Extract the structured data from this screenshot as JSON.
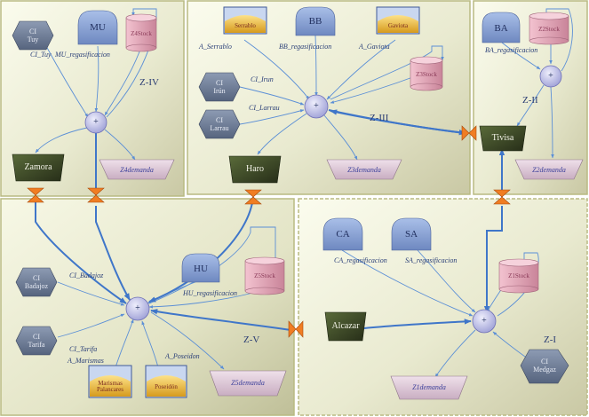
{
  "zones": {
    "z4": "Z-IV",
    "z3": "Z-III",
    "z2": "Z-II",
    "z5": "Z-V",
    "z1": "Z-I"
  },
  "sources": {
    "ci_tuy": "CI\nTuy",
    "ci_irun": "CI\nIrún",
    "ci_larrau": "CI\nLarrau",
    "ci_badajoz": "CI\nBadajoz",
    "ci_tarifa": "CI\nTarifa",
    "ci_medgaz": "CI\nMedgaz"
  },
  "regas": {
    "mu": "MU",
    "bb": "BB",
    "ba": "BA",
    "hu": "HU",
    "ca": "CA",
    "sa": "SA"
  },
  "storages": {
    "serrablo": "Serrablo",
    "gaviota": "Gaviota",
    "marismas": "Marismas\nPalancares",
    "poseidon": "Poseidón"
  },
  "stocks": {
    "z4": "Z4Stock",
    "z3": "Z3Stock",
    "z2": "Z2Stock",
    "z5": "Z5Stock",
    "z1": "Z1Stock"
  },
  "hubs": {
    "symbol": "+"
  },
  "cities": {
    "zamora": "Zamora",
    "haro": "Haro",
    "tivisa": "Tivisa",
    "alcazar": "Alcazar"
  },
  "demands": {
    "z4": "Z4demanda",
    "z3": "Z3demanda",
    "z2": "Z2demanda",
    "z5": "Z5demanda",
    "z1": "Z1demanda"
  },
  "edges": {
    "ci_tuy": "CI_Tuy",
    "mu_regas": "MU_regasificacion",
    "bb_regas": "BB_regasificacion",
    "a_serrablo": "A_Serrablo",
    "a_gaviota": "A_Gaviota",
    "ci_irun": "CI_Irun",
    "ci_larrau": "CI_Larrau",
    "ba_regas": "BA_regasificacion",
    "ci_badajoz": "CI_Badajoz",
    "hu_regas": "HU_regasificacion",
    "ci_tarifa": "CI_Tarifa",
    "a_marismas": "A_Marismas",
    "a_poseidon": "A_Poseidon",
    "ca_regas": "CA_regasificacion",
    "sa_regas": "SA_regasificacion"
  },
  "colors": {
    "panel_edge": "#bfc08a",
    "arrow": "#5b8fd6",
    "arrow_thick": "#3f76c9",
    "hex_fill": "#6f7e98",
    "dome_fill": "#8ea8d8",
    "stock_fill": "#e7a8bb",
    "hub_fill": "#c3c4ea",
    "city_fill": "#3f4a2a",
    "demand_fill": "#ddc7d8",
    "storage_fill": "#f3c84a",
    "valve_fill": "#f07d23"
  }
}
